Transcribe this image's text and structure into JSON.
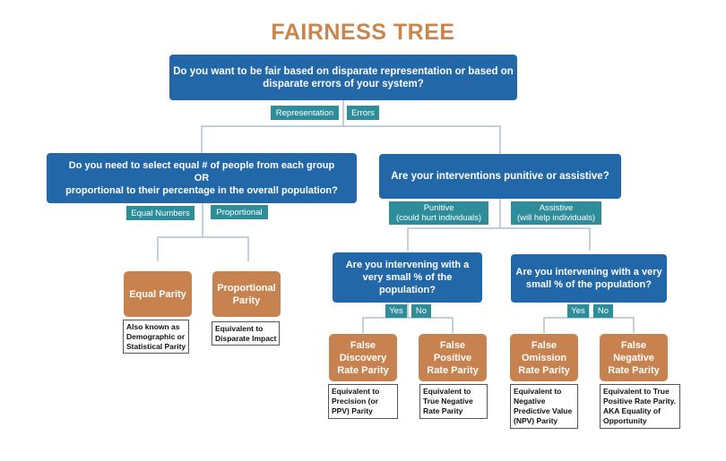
{
  "title": "FAIRNESS TREE",
  "root_question": [
    "Do you want to be fair based on disparate representation or based on",
    "disparate errors of your system?"
  ],
  "root_tags": {
    "representation": "Representation",
    "errors": "Errors"
  },
  "left_question": [
    "Do you need to select  equal # of people from each group",
    "OR",
    "proportional to their percentage in the overall population?"
  ],
  "left_tags": {
    "equal_numbers": "Equal Numbers",
    "proportional": "Proportional"
  },
  "right_question": [
    "Are your interventions punitive or assistive?"
  ],
  "right_tags": {
    "punitive": [
      "Punitive",
      "(could hurt individuals)"
    ],
    "assistive": [
      "Assistive",
      "(will help individuals)"
    ]
  },
  "punitive_question": [
    "Are you intervening with a",
    "very small % of the",
    "population?"
  ],
  "assistive_question": [
    "Are you intervening with a very",
    "small % of the population?"
  ],
  "yes_label": "Yes",
  "no_label": "No",
  "results": {
    "equal_parity": [
      "Equal Parity"
    ],
    "proportional_parity": [
      "Proportional",
      "Parity"
    ],
    "fdr_parity": [
      "False",
      "Discovery",
      "Rate Parity"
    ],
    "fpr_parity": [
      "False",
      "Positive",
      "Rate Parity"
    ],
    "for_parity": [
      "False",
      "Omission",
      "Rate Parity"
    ],
    "fnr_parity": [
      "False",
      "Negative",
      "Rate Parity"
    ]
  },
  "notes": {
    "equal_parity": [
      "Also known as",
      "Demographic or",
      "Statistical Parity"
    ],
    "proportional_parity": [
      "Equivalent to",
      "Disparate Impact"
    ],
    "fdr_parity": [
      "Equivalent to",
      "Precision (or",
      "PPV) Parity"
    ],
    "fpr_parity": [
      "Equivalent to",
      "True Negative",
      "Rate Parity"
    ],
    "for_parity": [
      "Equivalent to",
      "Negative",
      "Predictive Value",
      "(NPV) Parity"
    ],
    "fnr_parity": [
      "Equivalent to True",
      "Positive Rate Parity.",
      "AKA Equality of",
      "Opportunity"
    ]
  },
  "colors": {
    "question_box": "#2267a8",
    "tag": "#2e8d9a",
    "result_box": "#c8824f",
    "title": "#c8854c",
    "connector": "#9bb4c8"
  }
}
